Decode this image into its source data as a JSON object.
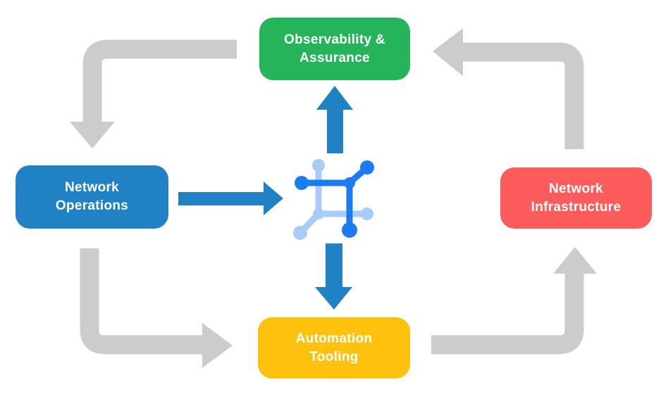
{
  "colors": {
    "background": "#FFFFFF",
    "label_text": "#FFFFFF",
    "node_observability": "#25B45A",
    "node_operations": "#2082C4",
    "node_infrastructure": "#FC5C5C",
    "node_tooling": "#FEC20E",
    "arrow_gray": "#CCCCCC",
    "arrow_blue": "#2082C4",
    "icon_dark": "#1B7CF2",
    "icon_light": "#A9CBF8"
  },
  "nodes": {
    "observability": {
      "line1": "Observability &",
      "line2": "Assurance"
    },
    "operations": {
      "line1": "Network",
      "line2": "Operations"
    },
    "infrastructure": {
      "line1": "Network",
      "line2": "Infrastructure"
    },
    "tooling": {
      "line1": "Automation",
      "line2": "Tooling"
    }
  },
  "icons": {
    "center": "network-automation-icon"
  },
  "flows": [
    {
      "from": "observability",
      "to": "operations",
      "style": "gray-elbow-arrow"
    },
    {
      "from": "operations",
      "to": "tooling",
      "style": "gray-elbow-arrow"
    },
    {
      "from": "tooling",
      "to": "infrastructure",
      "style": "gray-elbow-arrow"
    },
    {
      "from": "infrastructure",
      "to": "observability",
      "style": "gray-elbow-arrow"
    },
    {
      "from": "operations",
      "to": "center-icon",
      "style": "blue-straight-arrow"
    },
    {
      "from": "center-icon",
      "to": "observability",
      "style": "blue-straight-arrow"
    },
    {
      "from": "center-icon",
      "to": "tooling",
      "style": "blue-straight-arrow"
    }
  ]
}
